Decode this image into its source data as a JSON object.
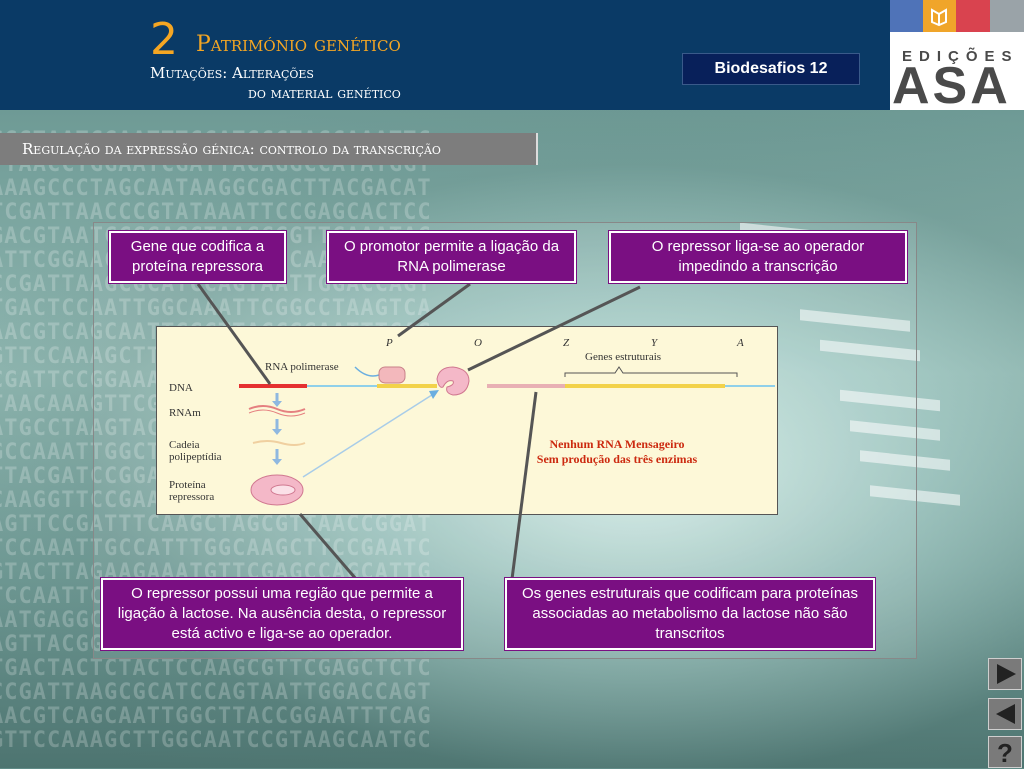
{
  "header": {
    "chapter_number": "2",
    "chapter_title": "Património genético",
    "subtitle_line1": "Mutações:  Alterações",
    "subtitle_line2": "do material genético",
    "badge": "Biodesafios 12"
  },
  "logo": {
    "edicoes": "EDIÇÕES",
    "asa": "ASA",
    "colors": [
      "#4f73b8",
      "#f0a52a",
      "#d9434f",
      "#9aa3a8"
    ]
  },
  "section": {
    "title": "Regulação da expressão génica: controlo da transcrição"
  },
  "callouts": {
    "gene": "Gene que codifica a proteína repressora",
    "promoter": "O promotor permite a ligação da RNA polimerase",
    "repressor_binds": "O repressor liga-se ao operador impedindo a transcrição",
    "repressor_region": "O repressor possui uma região que permite a ligação à lactose. Na ausência desta, o repressor está activo e liga-se ao operador.",
    "structural_genes": "Os genes estruturais que codificam para proteínas associadas ao metabolismo da lactose não são transcritos"
  },
  "figure": {
    "labels": {
      "p": "P",
      "o": "O",
      "z": "Z",
      "y": "Y",
      "a": "A",
      "structural_genes": "Genes estruturais",
      "rna_polymerase": "RNA polimerase",
      "dna": "DNA",
      "mrna": "RNAm",
      "polypeptide_line1": "Cadeia",
      "polypeptide_line2": "polipeptídia",
      "repressor_line1": "Proteína",
      "repressor_line2": "repressora"
    },
    "result_line1": "Nenhum RNA Mensageiro",
    "result_line2": "Sem produção das três enzimas",
    "colors": {
      "gene_red": "#e53030",
      "promoter_yellow": "#f2d24a",
      "operator_pink": "#e8b0b4",
      "dna_blue": "#8fd0ea",
      "repressor_pink": "#f4b8c8",
      "result_red": "#cc2a10"
    }
  },
  "nav": {
    "next_icon": "triangle-right-icon",
    "prev_icon": "triangle-left-icon",
    "help": "?"
  }
}
